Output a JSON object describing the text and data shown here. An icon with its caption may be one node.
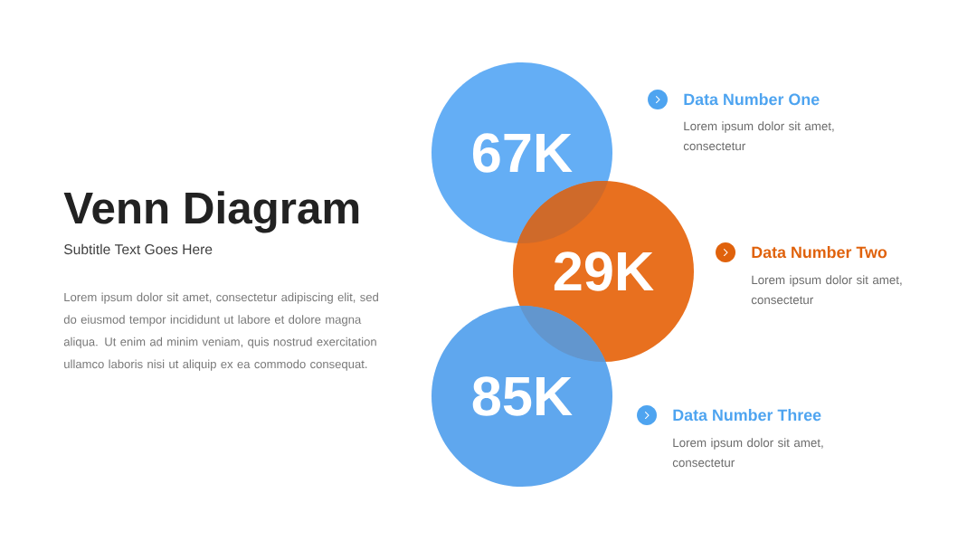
{
  "diagram": {
    "title": "Venn Diagram",
    "nodes": [
      {
        "text": [
          "67K"
        ]
      },
      {
        "text": [
          "29K"
        ]
      },
      {
        "text": [
          "85K"
        ]
      }
    ],
    "labels": [
      "Subtitle Text Goes Here",
      "Lorem ipsum dolor sit amet, consectetur adipiscing elit, sed do eiusmod tempor incididunt ut labore et dolore magna aliqua. Ut enim ad minim veniam, quis nostrud exercitation ullamco laboris nisi ut aliquip ex ea commodo consequat.",
      "Data Number One",
      "Lorem ipsum dolor sit amet, consectetur",
      "Data Number Two",
      "Lorem ipsum dolor sit amet, consectetur",
      "Data Number Three",
      "Lorem ipsum dolor sit amet, consectetur"
    ]
  }
}
